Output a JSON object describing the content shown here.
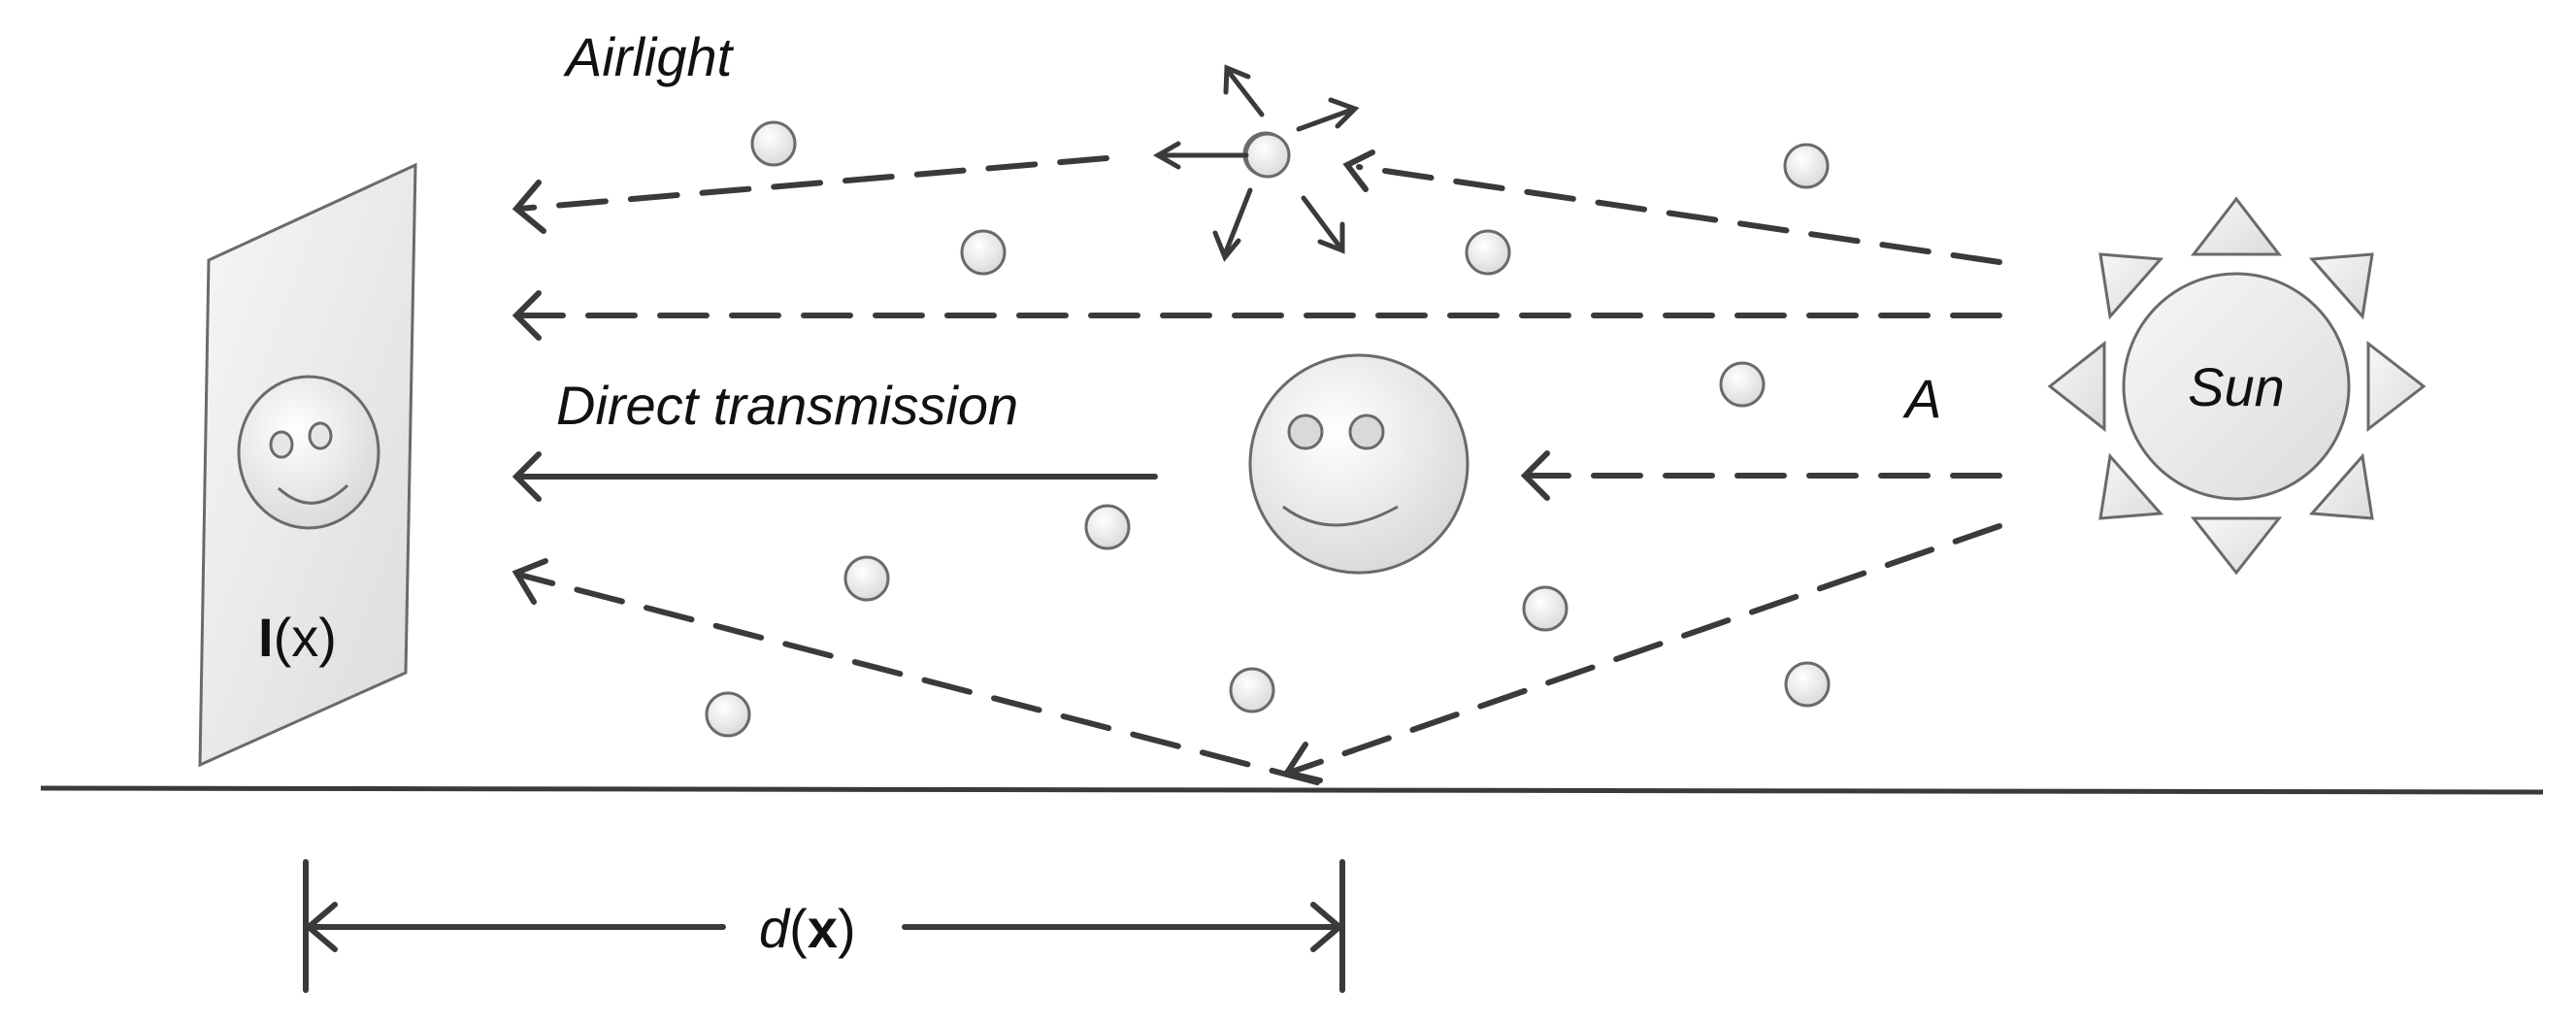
{
  "labels": {
    "airlight": "Airlight",
    "direct_transmission": "Direct transmission",
    "atmospheric_light": "A",
    "sun": "Sun",
    "image_I_bold": "I",
    "image_I_rest": "(x)",
    "distance_d": "d",
    "distance_paren_open": "(",
    "distance_x": "x",
    "distance_paren_close": ")"
  },
  "colors": {
    "line": "#3a3a3a",
    "shape_fill": "#eeeeee",
    "shape_stroke": "#6a6a6a",
    "text": "#111111"
  },
  "icons": {
    "observer_face": "smiley-face-icon",
    "scene_face": "smiley-face-icon",
    "sun": "sun-icon",
    "particles": "particle-circle-icon"
  }
}
